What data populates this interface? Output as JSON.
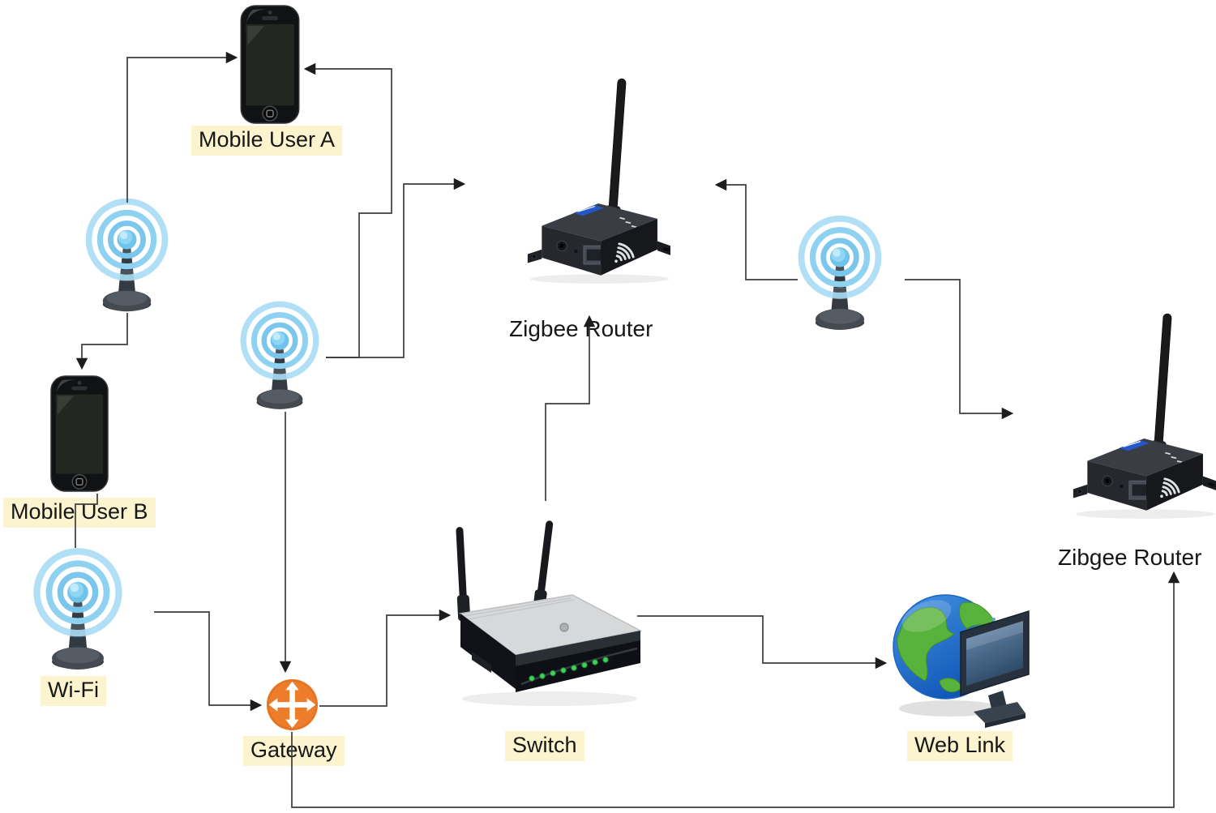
{
  "diagram": {
    "background_color": "#ffffff",
    "line_color": "#3c3c3c",
    "label_highlight_color": "#FBF4CE",
    "gateway_color": "#ED7D2B",
    "wifi_ring_color": "#8fd1f0",
    "nodes": {
      "mobile_user_a": {
        "label": "Mobile User A",
        "icon": "smartphone-icon",
        "highlighted": true
      },
      "mobile_user_b": {
        "label": "Mobile User B",
        "icon": "smartphone-icon",
        "highlighted": true
      },
      "wifi": {
        "label": "Wi-Fi",
        "icon": "wifi-antenna-icon",
        "highlighted": true
      },
      "gateway": {
        "label": "Gateway",
        "icon": "gateway-cross-icon",
        "highlighted": true
      },
      "zigbee_router": {
        "label": "Zigbee Router",
        "icon": "zigbee-router-device-icon",
        "highlighted": false
      },
      "zibgee_router": {
        "label": "Zibgee Router",
        "icon": "zigbee-router-device-icon",
        "highlighted": false
      },
      "switch": {
        "label": "Switch",
        "icon": "wireless-switch-device-icon",
        "highlighted": true
      },
      "web_link": {
        "label": "Web Link",
        "icon": "globe-monitor-icon",
        "highlighted": true
      },
      "antenna_left": {
        "label": "",
        "icon": "wifi-antenna-icon"
      },
      "antenna_mid": {
        "label": "",
        "icon": "wifi-antenna-icon"
      },
      "antenna_right": {
        "label": "",
        "icon": "wifi-antenna-icon"
      }
    },
    "edges": [
      {
        "from": "antenna_left",
        "to": "mobile_user_a"
      },
      {
        "from": "antenna_left",
        "to": "mobile_user_b"
      },
      {
        "from": "mobile_user_b",
        "to": "wifi"
      },
      {
        "from": "wifi",
        "to": "gateway"
      },
      {
        "from": "antenna_mid",
        "to": "gateway"
      },
      {
        "from": "antenna_mid",
        "to": "mobile_user_a"
      },
      {
        "from": "antenna_mid",
        "to": "zigbee_router"
      },
      {
        "from": "switch",
        "to": "zigbee_router"
      },
      {
        "from": "antenna_right",
        "to": "zigbee_router"
      },
      {
        "from": "antenna_right",
        "to": "zibgee_router"
      },
      {
        "from": "gateway",
        "to": "switch"
      },
      {
        "from": "switch",
        "to": "web_link"
      },
      {
        "from": "gateway",
        "to": "zibgee_router"
      }
    ]
  }
}
